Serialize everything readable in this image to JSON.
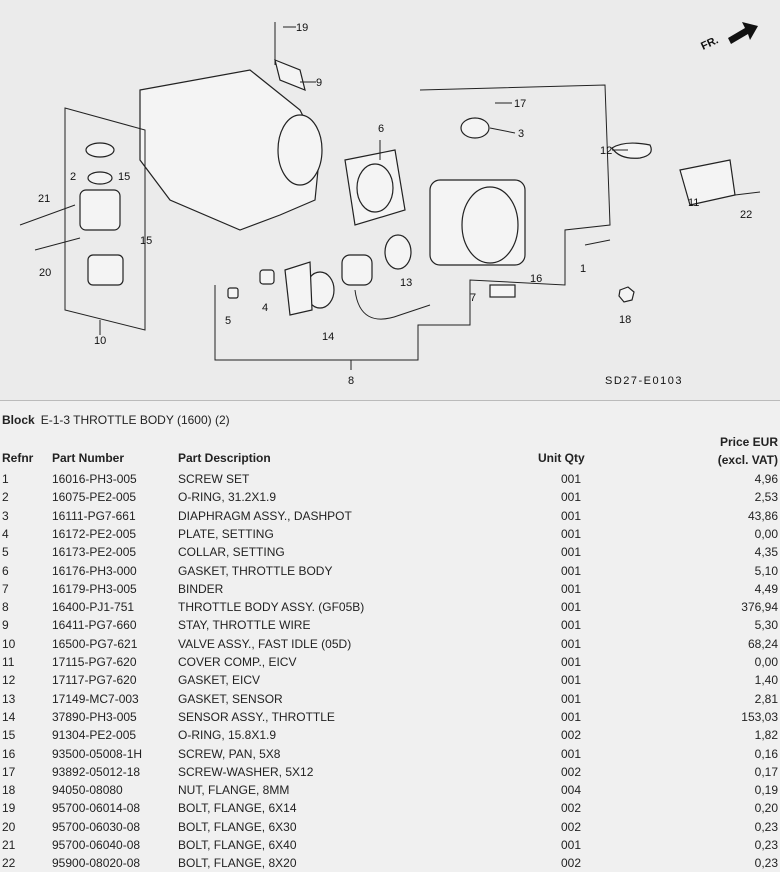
{
  "diagram": {
    "code": "SD27-E0103",
    "direction_label": "FR.",
    "callouts": [
      "19",
      "9",
      "17",
      "3",
      "6",
      "12",
      "2",
      "15",
      "21",
      "11",
      "22",
      "15",
      "20",
      "1",
      "16",
      "13",
      "7",
      "4",
      "5",
      "14",
      "18",
      "10",
      "8"
    ]
  },
  "block": {
    "label": "Block",
    "title": "E-1-3 THROTTLE BODY (1600) (2)"
  },
  "columns": {
    "refnr": "Refnr",
    "part_number": "Part Number",
    "description": "Part Description",
    "unit_qty": "Unit Qty",
    "price_line1": "Price EUR",
    "price_line2": "(excl. VAT)"
  },
  "rows": [
    {
      "ref": "1",
      "pn": "16016-PH3-005",
      "desc": "SCREW SET",
      "qty": "001",
      "price": "4,96"
    },
    {
      "ref": "2",
      "pn": "16075-PE2-005",
      "desc": "O-RING, 31.2X1.9",
      "qty": "001",
      "price": "2,53"
    },
    {
      "ref": "3",
      "pn": "16111-PG7-661",
      "desc": "DIAPHRAGM ASSY., DASHPOT",
      "qty": "001",
      "price": "43,86"
    },
    {
      "ref": "4",
      "pn": "16172-PE2-005",
      "desc": "PLATE, SETTING",
      "qty": "001",
      "price": "0,00"
    },
    {
      "ref": "5",
      "pn": "16173-PE2-005",
      "desc": "COLLAR, SETTING",
      "qty": "001",
      "price": "4,35"
    },
    {
      "ref": "6",
      "pn": "16176-PH3-000",
      "desc": "GASKET, THROTTLE BODY",
      "qty": "001",
      "price": "5,10"
    },
    {
      "ref": "7",
      "pn": "16179-PH3-005",
      "desc": "BINDER",
      "qty": "001",
      "price": "4,49"
    },
    {
      "ref": "8",
      "pn": "16400-PJ1-751",
      "desc": "THROTTLE BODY ASSY. (GF05B)",
      "qty": "001",
      "price": "376,94"
    },
    {
      "ref": "9",
      "pn": "16411-PG7-660",
      "desc": "STAY, THROTTLE WIRE",
      "qty": "001",
      "price": "5,30"
    },
    {
      "ref": "10",
      "pn": "16500-PG7-621",
      "desc": "VALVE ASSY., FAST IDLE (05D)",
      "qty": "001",
      "price": "68,24"
    },
    {
      "ref": "11",
      "pn": "17115-PG7-620",
      "desc": "COVER COMP., EICV",
      "qty": "001",
      "price": "0,00"
    },
    {
      "ref": "12",
      "pn": "17117-PG7-620",
      "desc": "GASKET, EICV",
      "qty": "001",
      "price": "1,40"
    },
    {
      "ref": "13",
      "pn": "17149-MC7-003",
      "desc": "GASKET, SENSOR",
      "qty": "001",
      "price": "2,81"
    },
    {
      "ref": "14",
      "pn": "37890-PH3-005",
      "desc": "SENSOR ASSY., THROTTLE",
      "qty": "001",
      "price": "153,03"
    },
    {
      "ref": "15",
      "pn": "91304-PE2-005",
      "desc": "O-RING, 15.8X1.9",
      "qty": "002",
      "price": "1,82"
    },
    {
      "ref": "16",
      "pn": "93500-05008-1H",
      "desc": "SCREW, PAN, 5X8",
      "qty": "001",
      "price": "0,16"
    },
    {
      "ref": "17",
      "pn": "93892-05012-18",
      "desc": "SCREW-WASHER, 5X12",
      "qty": "002",
      "price": "0,17"
    },
    {
      "ref": "18",
      "pn": "94050-08080",
      "desc": "NUT, FLANGE, 8MM",
      "qty": "004",
      "price": "0,19"
    },
    {
      "ref": "19",
      "pn": "95700-06014-08",
      "desc": "BOLT, FLANGE, 6X14",
      "qty": "002",
      "price": "0,20"
    },
    {
      "ref": "20",
      "pn": "95700-06030-08",
      "desc": "BOLT, FLANGE, 6X30",
      "qty": "002",
      "price": "0,23"
    },
    {
      "ref": "21",
      "pn": "95700-06040-08",
      "desc": "BOLT, FLANGE, 6X40",
      "qty": "001",
      "price": "0,23"
    },
    {
      "ref": "22",
      "pn": "95900-08020-08",
      "desc": "BOLT, FLANGE, 8X20",
      "qty": "002",
      "price": "0,23"
    }
  ]
}
